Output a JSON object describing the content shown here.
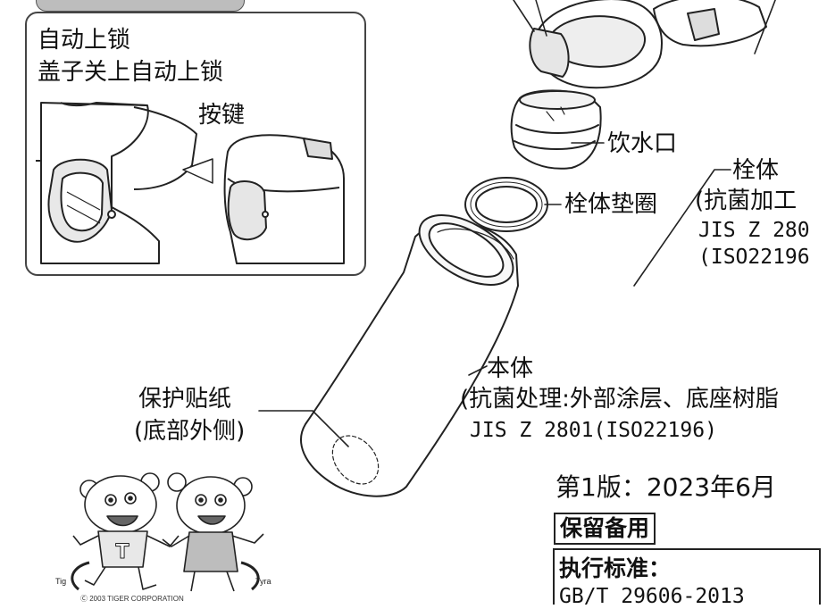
{
  "callout": {
    "title": "自动上锁",
    "subtitle": "盖子关上自动上锁",
    "button_label": "按键"
  },
  "parts": {
    "spout": "饮水口",
    "plug_body": "栓体",
    "plug_note_1": "(抗菌加工",
    "plug_note_2": "JIS Z 280",
    "plug_note_3": "(ISO22196",
    "plug_gasket": "栓体垫圈",
    "main_body": "本体",
    "main_body_note_1": "(抗菌处理:外部涂层、底座树脂",
    "main_body_note_2": "JIS Z 2801(ISO22196)",
    "sticker": "保护贴纸",
    "sticker_note": "(底部外侧)"
  },
  "edition": "第1版：2023年6月",
  "reserved": "保留备用",
  "standard_title": "执行标准：",
  "standard_value": "GB/T 29606-2013",
  "mascots": {
    "left": "Tig",
    "right": "Tyra",
    "copyright": "Ⓒ 2003 TIGER CORPORATION"
  }
}
